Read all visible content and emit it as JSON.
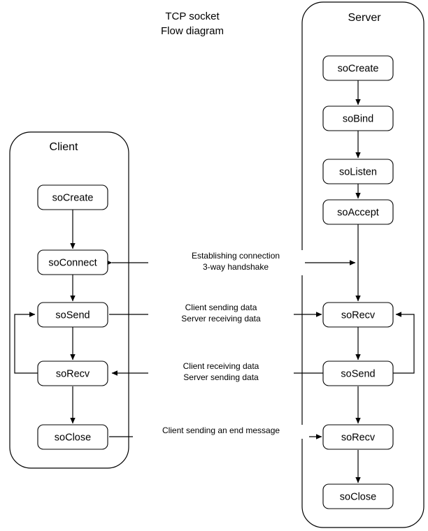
{
  "diagram": {
    "title_line1": "TCP socket",
    "title_line2": "Flow diagram",
    "background_color": "#ffffff",
    "stroke_color": "#000000",
    "panel_fill": "#ffffff"
  },
  "client": {
    "panel_label": "Client",
    "nodes": [
      {
        "id": "client-socreate",
        "label": "soCreate"
      },
      {
        "id": "client-soconnect",
        "label": "soConnect"
      },
      {
        "id": "client-sosend",
        "label": "soSend"
      },
      {
        "id": "client-sorecv",
        "label": "soRecv"
      },
      {
        "id": "client-soclose",
        "label": "soClose"
      }
    ]
  },
  "server": {
    "panel_label": "Server",
    "nodes": [
      {
        "id": "server-socreate",
        "label": "soCreate"
      },
      {
        "id": "server-sobind",
        "label": "soBind"
      },
      {
        "id": "server-solisten",
        "label": "soListen"
      },
      {
        "id": "server-soaccept",
        "label": "soAccept"
      },
      {
        "id": "server-sorecv-1",
        "label": "soRecv"
      },
      {
        "id": "server-sosend",
        "label": "soSend"
      },
      {
        "id": "server-sorecv-2",
        "label": "soRecv"
      },
      {
        "id": "server-soclose",
        "label": "soClose"
      }
    ]
  },
  "connectors": [
    {
      "id": "handshake",
      "line1": "Establishing connection",
      "line2": "3-way handshake",
      "direction": "bidirectional"
    },
    {
      "id": "client-send",
      "line1": "Client sending data",
      "line2": "Server receiving data",
      "direction": "right"
    },
    {
      "id": "server-send",
      "line1": "Client receiving data",
      "line2": "Server sending data",
      "direction": "left"
    },
    {
      "id": "end-message",
      "line1": "Client sending an end message",
      "line2": "",
      "direction": "right"
    }
  ]
}
